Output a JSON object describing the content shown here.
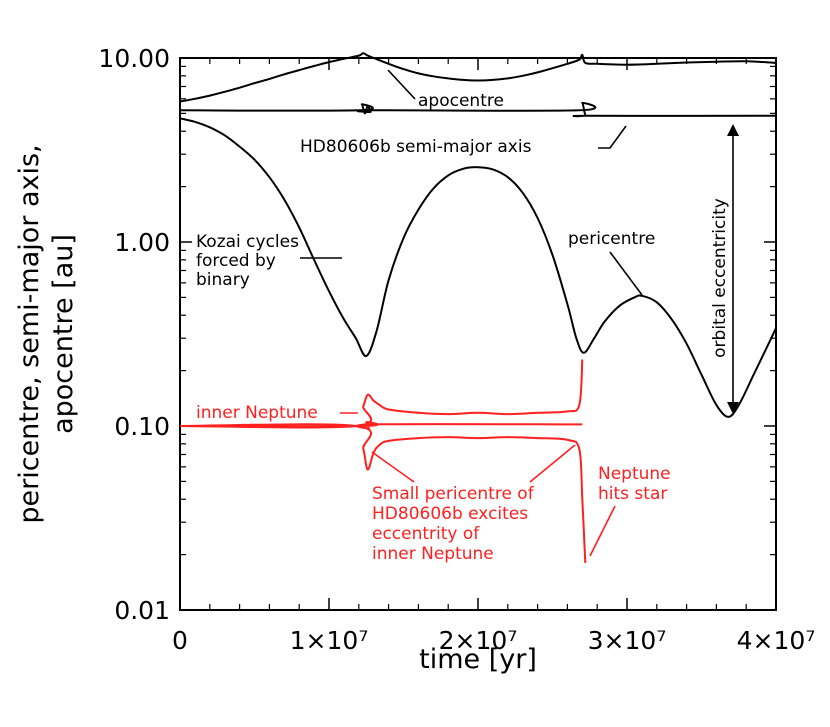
{
  "chart_data": {
    "type": "line",
    "xlabel": "time [yr]",
    "ylabel_line1": "pericentre, semi-major axis,",
    "ylabel_line2": "apocentre [au]",
    "x_scale": "linear",
    "y_scale": "log",
    "xlim": [
      0,
      40000000
    ],
    "ylim": [
      0.01,
      10
    ],
    "x_ticks": [
      0,
      10000000,
      20000000,
      30000000,
      40000000
    ],
    "x_tick_labels": [
      "0",
      "1×10⁷",
      "2×10⁷",
      "3×10⁷",
      "4×10⁷"
    ],
    "y_ticks": [
      0.01,
      0.1,
      1,
      10
    ],
    "y_tick_labels": [
      "0.01",
      "0.10",
      "1.00",
      "10.00"
    ],
    "grid": false,
    "colors": {
      "planet": "#000000",
      "neptune": "#ff2020"
    },
    "series": [
      {
        "name": "apocentre",
        "color": "#000000",
        "x": [
          0,
          1000000,
          2000000,
          3000000,
          4000000,
          5000000,
          6000000,
          7000000,
          8000000,
          9000000,
          10000000,
          11000000,
          12000000,
          12300000,
          12600000,
          13000000,
          14000000,
          15000000,
          16000000,
          17000000,
          18000000,
          19000000,
          20000000,
          21000000,
          22000000,
          23000000,
          24000000,
          25000000,
          26000000,
          26800000,
          27000000,
          27200000,
          28000000,
          30000000,
          32000000,
          34000000,
          36000000,
          38000000,
          40000000
        ],
        "y": [
          5.8,
          6.0,
          6.25,
          6.55,
          6.9,
          7.3,
          7.7,
          8.15,
          8.6,
          9.05,
          9.5,
          9.9,
          10.3,
          10.6,
          10.3,
          10.0,
          9.3,
          8.7,
          8.25,
          7.95,
          7.75,
          7.6,
          7.55,
          7.6,
          7.75,
          8.0,
          8.35,
          8.8,
          9.3,
          9.8,
          10.4,
          9.4,
          9.3,
          9.2,
          9.3,
          9.45,
          9.55,
          9.6,
          9.4
        ]
      },
      {
        "name": "HD80606b semi-major axis",
        "color": "#000000",
        "x": [
          0,
          12000000,
          12200000,
          12400000,
          12600000,
          12800000,
          13000000,
          26800000,
          27000000,
          27200000,
          27400000,
          40000000
        ],
        "y": [
          5.2,
          5.2,
          5.6,
          5.0,
          5.5,
          5.1,
          5.2,
          5.2,
          5.7,
          4.9,
          4.85,
          4.85
        ]
      },
      {
        "name": "pericentre",
        "color": "#000000",
        "x": [
          0,
          1000000,
          2000000,
          3000000,
          4000000,
          5000000,
          6000000,
          7000000,
          8000000,
          9000000,
          10000000,
          11000000,
          11800000,
          12500000,
          13200000,
          14000000,
          15000000,
          16000000,
          17000000,
          18000000,
          19000000,
          20000000,
          21000000,
          22000000,
          23000000,
          24000000,
          25000000,
          26000000,
          26600000,
          27100000,
          27800000,
          28500000,
          29500000,
          30500000,
          31000000,
          32000000,
          33000000,
          34000000,
          35000000,
          36000000,
          36800000,
          37500000,
          38500000,
          39500000,
          40000000
        ],
        "y": [
          4.7,
          4.5,
          4.2,
          3.8,
          3.3,
          2.8,
          2.25,
          1.7,
          1.2,
          0.8,
          0.54,
          0.38,
          0.3,
          0.24,
          0.33,
          0.62,
          1.05,
          1.5,
          1.95,
          2.3,
          2.5,
          2.55,
          2.48,
          2.25,
          1.85,
          1.35,
          0.85,
          0.46,
          0.3,
          0.25,
          0.3,
          0.37,
          0.45,
          0.5,
          0.51,
          0.47,
          0.38,
          0.28,
          0.19,
          0.13,
          0.112,
          0.13,
          0.19,
          0.28,
          0.34
        ]
      },
      {
        "name": "inner Neptune apocentre",
        "color": "#ff2020",
        "x": [
          0,
          11800000,
          12300000,
          12600000,
          13000000,
          13400000,
          14000000,
          16000000,
          18000000,
          20000000,
          22000000,
          24000000,
          26000000,
          26800000,
          27000000
        ],
        "y": [
          0.1,
          0.1,
          0.128,
          0.148,
          0.137,
          0.13,
          0.123,
          0.118,
          0.116,
          0.118,
          0.116,
          0.118,
          0.12,
          0.13,
          0.23
        ]
      },
      {
        "name": "inner Neptune pericentre",
        "color": "#ff2020",
        "x": [
          0,
          11800000,
          12300000,
          12600000,
          13000000,
          13400000,
          14000000,
          16000000,
          18000000,
          20000000,
          22000000,
          24000000,
          26000000,
          26800000,
          27000000,
          27200000
        ],
        "y": [
          0.1,
          0.1,
          0.075,
          0.058,
          0.072,
          0.079,
          0.083,
          0.086,
          0.087,
          0.086,
          0.087,
          0.086,
          0.084,
          0.075,
          0.04,
          0.018
        ]
      },
      {
        "name": "inner Neptune semi-major axis",
        "color": "#ff2020",
        "x": [
          0,
          12300000,
          12500000,
          12700000,
          13000000,
          27000000
        ],
        "y": [
          0.1,
          0.1,
          0.105,
          0.097,
          0.102,
          0.102
        ]
      }
    ],
    "annotations": {
      "apocentre": "apocentre",
      "semi_major_axis": "HD80606b semi-major axis",
      "kozai_1": "Kozai cycles",
      "kozai_2": "forced by",
      "kozai_3": "binary",
      "pericentre": "pericentre",
      "orbital_eccentricity": "orbital eccentricity",
      "inner_neptune": "inner Neptune",
      "small_peri_1": "Small pericentre of",
      "small_peri_2": "HD80606b excites",
      "small_peri_3": "eccentrity of",
      "small_peri_4": "inner Neptune",
      "neptune_hits_1": "Neptune",
      "neptune_hits_2": "hits star"
    }
  }
}
